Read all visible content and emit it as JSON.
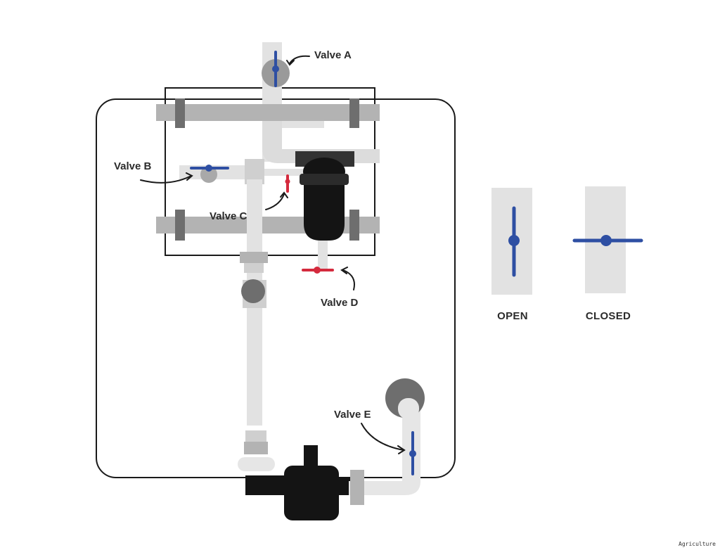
{
  "labels": {
    "valve_a": "Valve A",
    "valve_b": "Valve B",
    "valve_c": "Valve C",
    "valve_d": "Valve D",
    "valve_e": "Valve E"
  },
  "legend": {
    "open": "OPEN",
    "closed": "CLOSED"
  },
  "credit": "Agriculture",
  "colors": {
    "open_valve": "#2e4fa3",
    "closed_valve": "#d42a3d",
    "pipe_light": "#e2e2e2",
    "pipe_mid": "#a9a9a9",
    "fitting_dark": "#6e6e6e",
    "black": "#141414"
  }
}
